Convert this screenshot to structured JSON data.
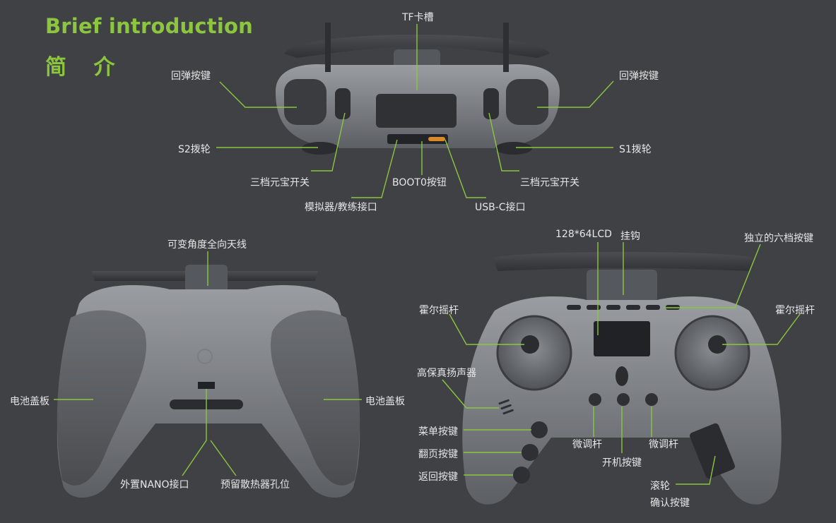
{
  "title_en": "Brief introduction",
  "title_cn": "简 介",
  "accent_color": "#8cc63f",
  "background_color": "#3f4144",
  "top_view_labels": {
    "tf_slot": "TF卡槽",
    "return_key_left": "回弹按键",
    "return_key_right": "回弹按键",
    "s2_dial": "S2拨轮",
    "s1_dial": "S1拨轮",
    "switch_left": "三档元宝开关",
    "switch_right": "三档元宝开关",
    "boot0": "BOOT0按钮",
    "sim_port": "模拟器/教练接口",
    "usbc": "USB-C接口"
  },
  "back_view_labels": {
    "antenna": "可变角度全向天线",
    "battery_left": "电池盖板",
    "battery_right": "电池盖板",
    "nano_port": "外置NANO接口",
    "heatsink_holes": "预留散热器孔位"
  },
  "front_view_labels": {
    "lcd": "128*64LCD",
    "hook": "挂钩",
    "six_keys": "独立的六档按键",
    "hall_left": "霍尔摇杆",
    "hall_right": "霍尔摇杆",
    "speaker": "高保真扬声器",
    "menu": "菜单按键",
    "page": "翻页按键",
    "back": "返回按键",
    "trim_left": "微调杆",
    "trim_right": "微调杆",
    "power": "开机按键",
    "scroll": "滚轮",
    "confirm": "确认按键"
  }
}
